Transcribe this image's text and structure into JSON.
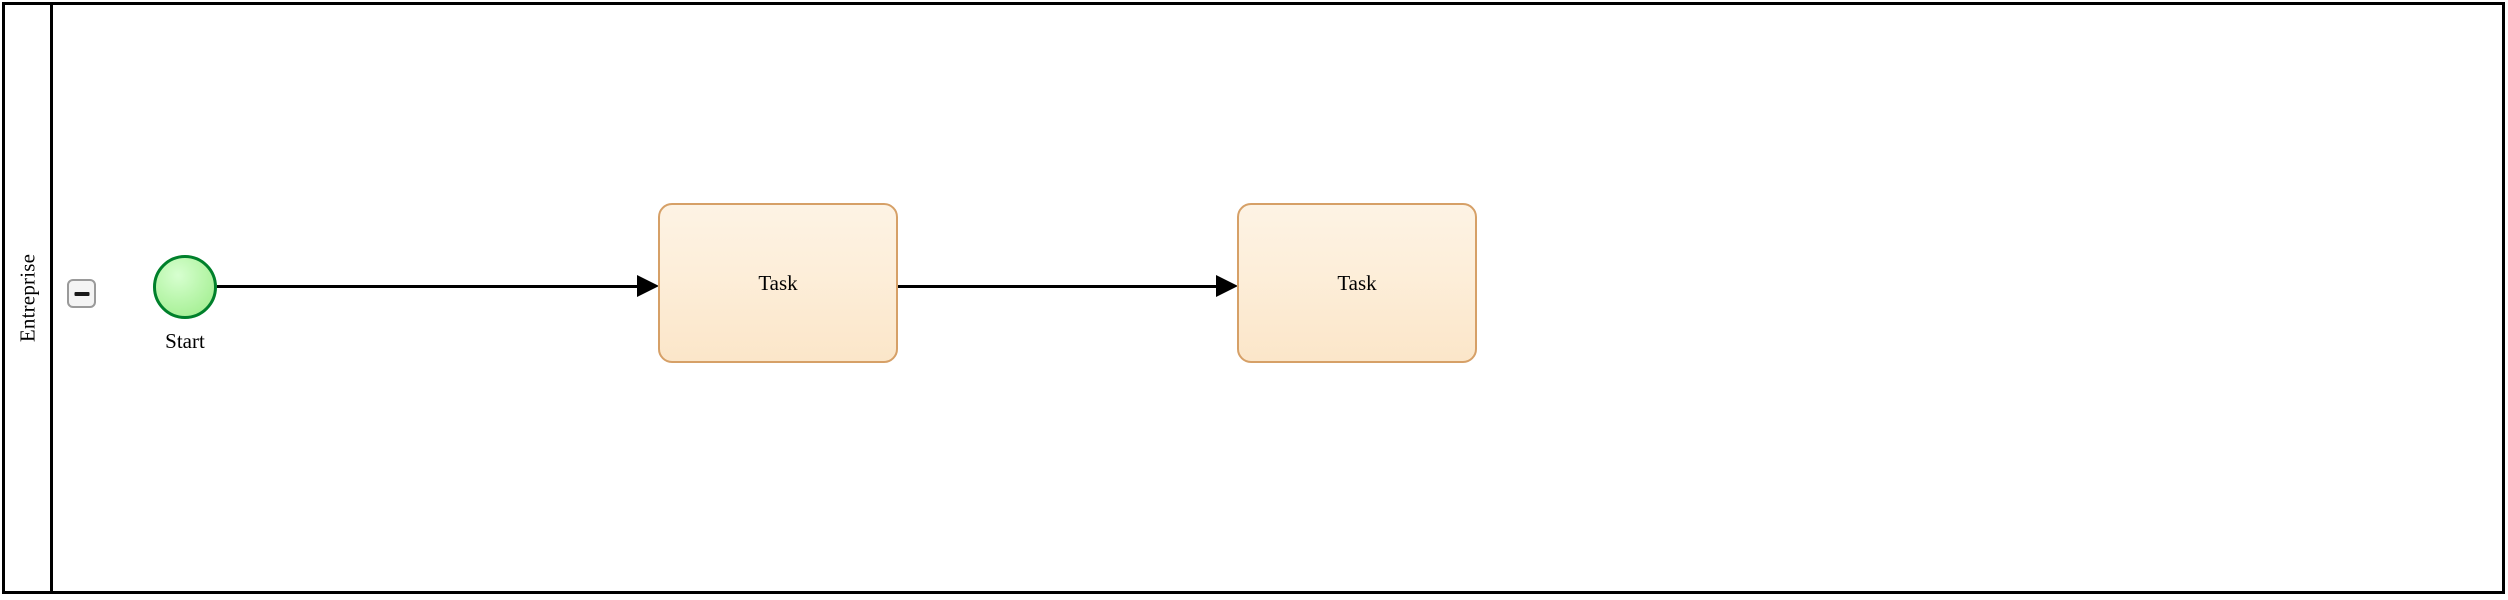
{
  "diagram": {
    "type": "bpmn-process",
    "pool": {
      "lane_label": "Entreprise",
      "collapse_button": {
        "icon": "minus-icon",
        "state": "expanded"
      }
    },
    "elements": [
      {
        "id": "start-1",
        "type": "start-event",
        "label": "Start",
        "fill": "#b6f0a4",
        "stroke": "#00802b"
      },
      {
        "id": "task-1",
        "type": "task",
        "label": "Task",
        "fill": "#fdeed9",
        "stroke": "#d6a067"
      },
      {
        "id": "task-2",
        "type": "task",
        "label": "Task",
        "fill": "#fdeed9",
        "stroke": "#d6a067"
      }
    ],
    "flows": [
      {
        "id": "flow-1",
        "from": "start-1",
        "to": "task-1",
        "label": ""
      },
      {
        "id": "flow-2",
        "from": "task-1",
        "to": "task-2",
        "label": ""
      }
    ],
    "colors": {
      "pool_border": "#000000",
      "canvas_background": "#ffffff",
      "flow_stroke": "#000000",
      "button_border": "#9a9a9a",
      "button_fill": "#f4f4f4"
    }
  }
}
